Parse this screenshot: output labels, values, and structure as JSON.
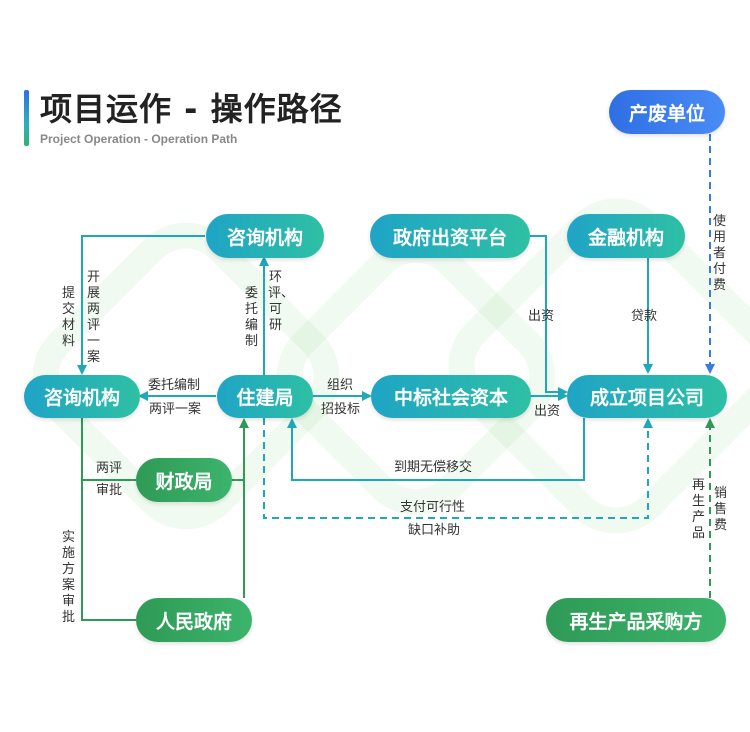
{
  "title": "项目运作 - 操作路径",
  "subtitle": "Project Operation - Operation Path",
  "nodes": {
    "producer": "产废单位",
    "consult_top": "咨询机构",
    "gov_platform": "政府出资平台",
    "finance": "金融机构",
    "consult_left": "咨询机构",
    "housing": "住建局",
    "social_capital": "中标社会资本",
    "project_company": "成立项目公司",
    "finance_bureau": "财政局",
    "people_gov": "人民政府",
    "buyer": "再生产品采购方"
  },
  "labels": {
    "submit_materials": "提交材料",
    "carry_two_reviews": "开展两评一案",
    "entrust_compile_v": "委托编制",
    "env_feasibility": "环评、可研",
    "funding_1": "出资",
    "loan": "贷款",
    "user_fee": "使用者付费",
    "entrust_compile_h": "委托编制",
    "two_reviews_h": "两评一案",
    "organize": "组织",
    "tender": "招投标",
    "funding_2": "出资",
    "two_reviews_approval_1": "两评",
    "two_reviews_approval_2": "审批",
    "transfer": "到期无偿移交",
    "payment_feasibility": "支付可行性",
    "gap_subsidy": "缺口补助",
    "impl_approval": "实施方案审批",
    "recycled_products": "再生产品",
    "sales_fee": "销售费"
  },
  "colors": {
    "teal_line": "#1fa8b8",
    "green_line": "#2e9a56",
    "blue_dashed": "#3a7be0",
    "teal_dashed": "#1fa8b8",
    "green_dashed": "#2e9a56"
  }
}
